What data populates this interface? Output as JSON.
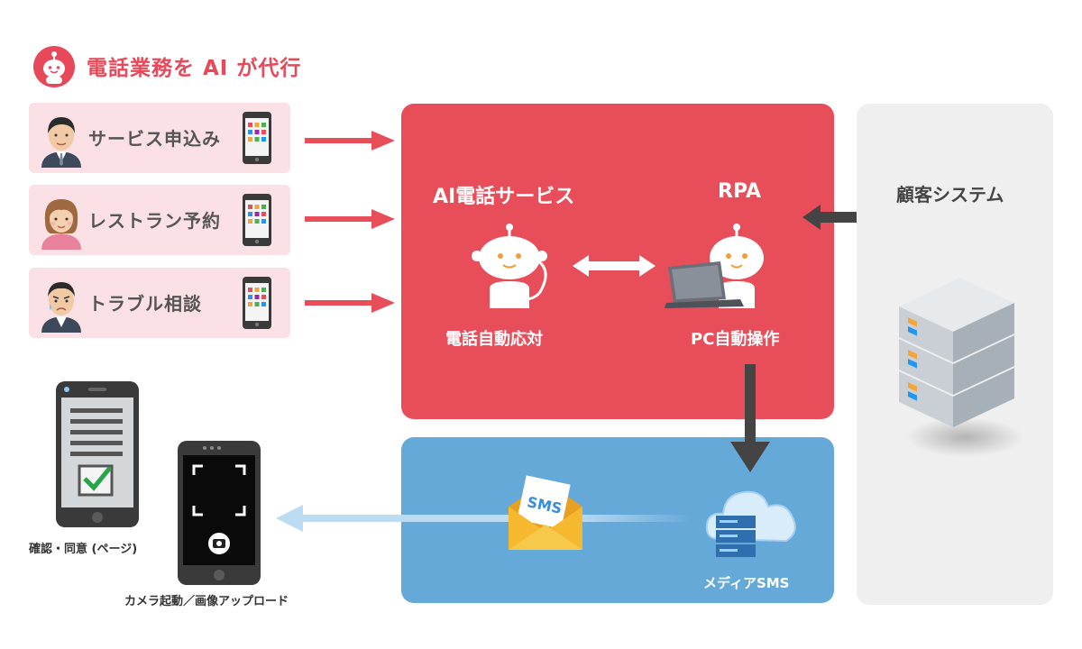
{
  "header": {
    "title": "電話業務を AI が代行",
    "logo_icon": "robot-logo-icon"
  },
  "requests": [
    {
      "label": "サービス申込み",
      "face_icon": "man-face-icon"
    },
    {
      "label": "レストラン予約",
      "face_icon": "woman-face-icon"
    },
    {
      "label": "トラブル相談",
      "face_icon": "worried-man-face-icon"
    }
  ],
  "ai_panel": {
    "service_title": "AI電話サービス",
    "rpa_title": "RPA",
    "phone_auto_label": "電話自動応対",
    "pc_auto_label": "PC自動操作"
  },
  "customer_panel": {
    "title": "顧客システム"
  },
  "sms_panel": {
    "envelope_text": "SMS",
    "label": "メディアSMS"
  },
  "devices": {
    "confirm_label": "確認・同意 (ページ)",
    "camera_label": "カメラ起動／画像アップロード"
  },
  "colors": {
    "red": "#e84e5a",
    "pink_card": "#fbe0e5",
    "blue": "#65a9d9",
    "gray_panel": "#efefef",
    "dark_arrow": "#444444"
  }
}
